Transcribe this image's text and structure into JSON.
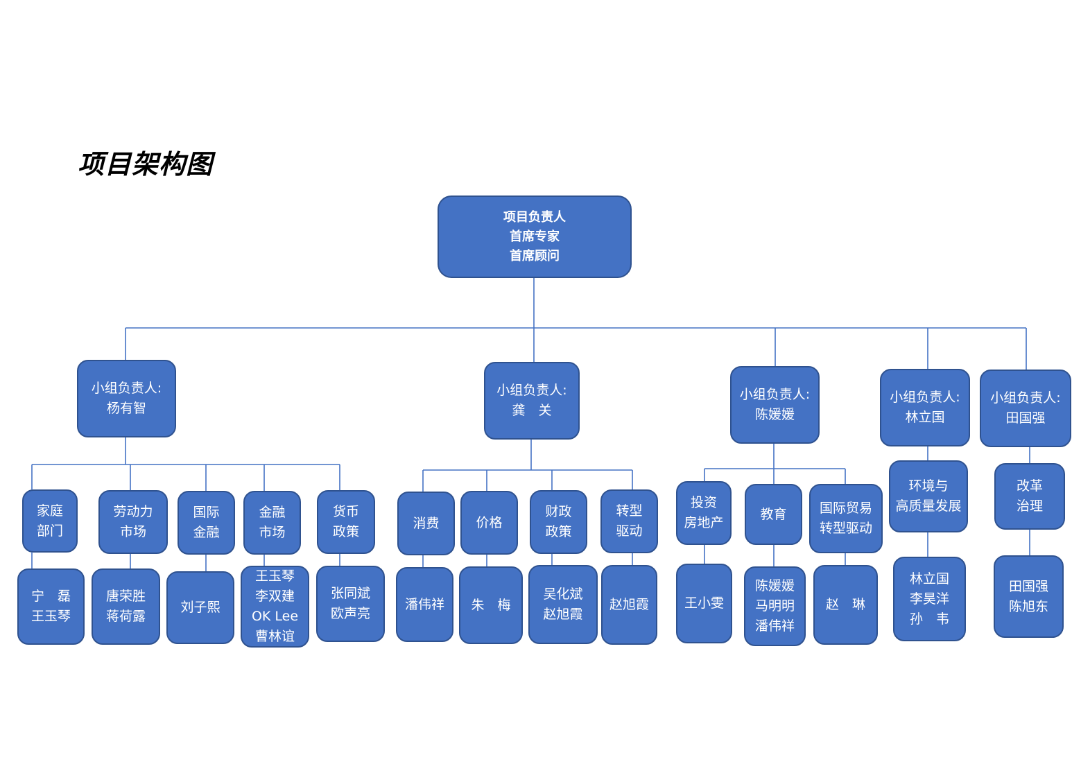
{
  "title": "项目架构图",
  "colors": {
    "box_fill": "#4472C4",
    "box_border": "#2F528F",
    "line": "#4472C4"
  },
  "root": {
    "lines": [
      "项目负责人",
      "首席专家",
      "首席顾问"
    ]
  },
  "groups": [
    {
      "lead": [
        "小组负责人:",
        "杨有智"
      ],
      "topics": [
        {
          "label": [
            "家庭",
            "部门"
          ],
          "people": [
            "宁　磊",
            "王玉琴"
          ]
        },
        {
          "label": [
            "劳动力",
            "市场"
          ],
          "people": [
            "唐荣胜",
            "蒋荷露"
          ]
        },
        {
          "label": [
            "国际",
            "金融"
          ],
          "people": [
            "刘子熙"
          ]
        },
        {
          "label": [
            "金融",
            "市场"
          ],
          "people": [
            "王玉琴",
            "李双建",
            "OK Lee",
            "曹林谊"
          ]
        },
        {
          "label": [
            "货币",
            "政策"
          ],
          "people": [
            "张同斌",
            "欧声亮"
          ]
        }
      ]
    },
    {
      "lead": [
        "小组负责人:",
        "龚　关"
      ],
      "topics": [
        {
          "label": [
            "消费"
          ],
          "people": [
            "潘伟祥"
          ]
        },
        {
          "label": [
            "价格"
          ],
          "people": [
            "朱　梅"
          ]
        },
        {
          "label": [
            "财政",
            "政策"
          ],
          "people": [
            "吴化斌",
            "赵旭霞"
          ]
        },
        {
          "label": [
            "转型",
            "驱动"
          ],
          "people": [
            "赵旭霞"
          ]
        }
      ]
    },
    {
      "lead": [
        "小组负责人:",
        "陈媛媛"
      ],
      "topics": [
        {
          "label": [
            "投资",
            "房地产"
          ],
          "people": [
            "王小雯"
          ]
        },
        {
          "label": [
            "教育"
          ],
          "people": [
            "陈媛媛",
            "马明明",
            "潘伟祥"
          ]
        },
        {
          "label": [
            "国际贸易",
            "转型驱动"
          ],
          "people": [
            "赵　琳"
          ]
        }
      ]
    },
    {
      "lead": [
        "小组负责人:",
        "林立国"
      ],
      "topics": [
        {
          "label": [
            "环境与",
            "高质量发展"
          ],
          "people": [
            "林立国",
            "李昊洋",
            "孙　韦"
          ]
        }
      ]
    },
    {
      "lead": [
        "小组负责人:",
        "田国强"
      ],
      "topics": [
        {
          "label": [
            "改革",
            "治理"
          ],
          "people": [
            "田国强",
            "陈旭东"
          ]
        }
      ]
    }
  ]
}
